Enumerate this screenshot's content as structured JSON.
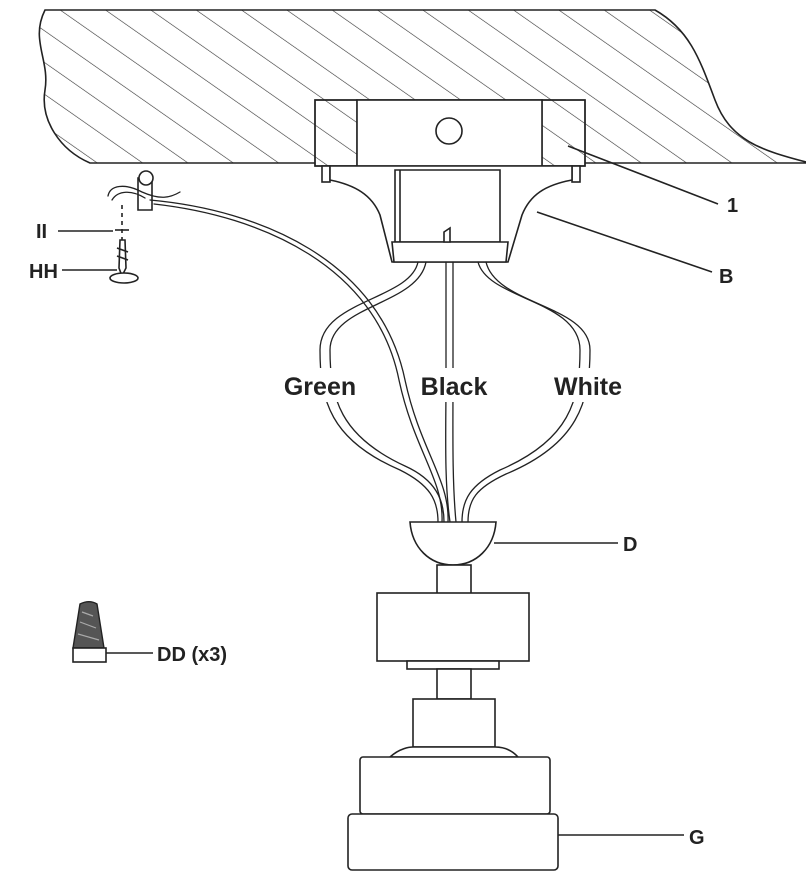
{
  "wire_labels": {
    "green": "Green",
    "black": "Black",
    "white": "White"
  },
  "callouts": {
    "part_1": "1",
    "part_b": "B",
    "part_d": "D",
    "part_g": "G",
    "part_ii": "II",
    "part_hh": "HH",
    "part_dd": "DD (x3)"
  }
}
